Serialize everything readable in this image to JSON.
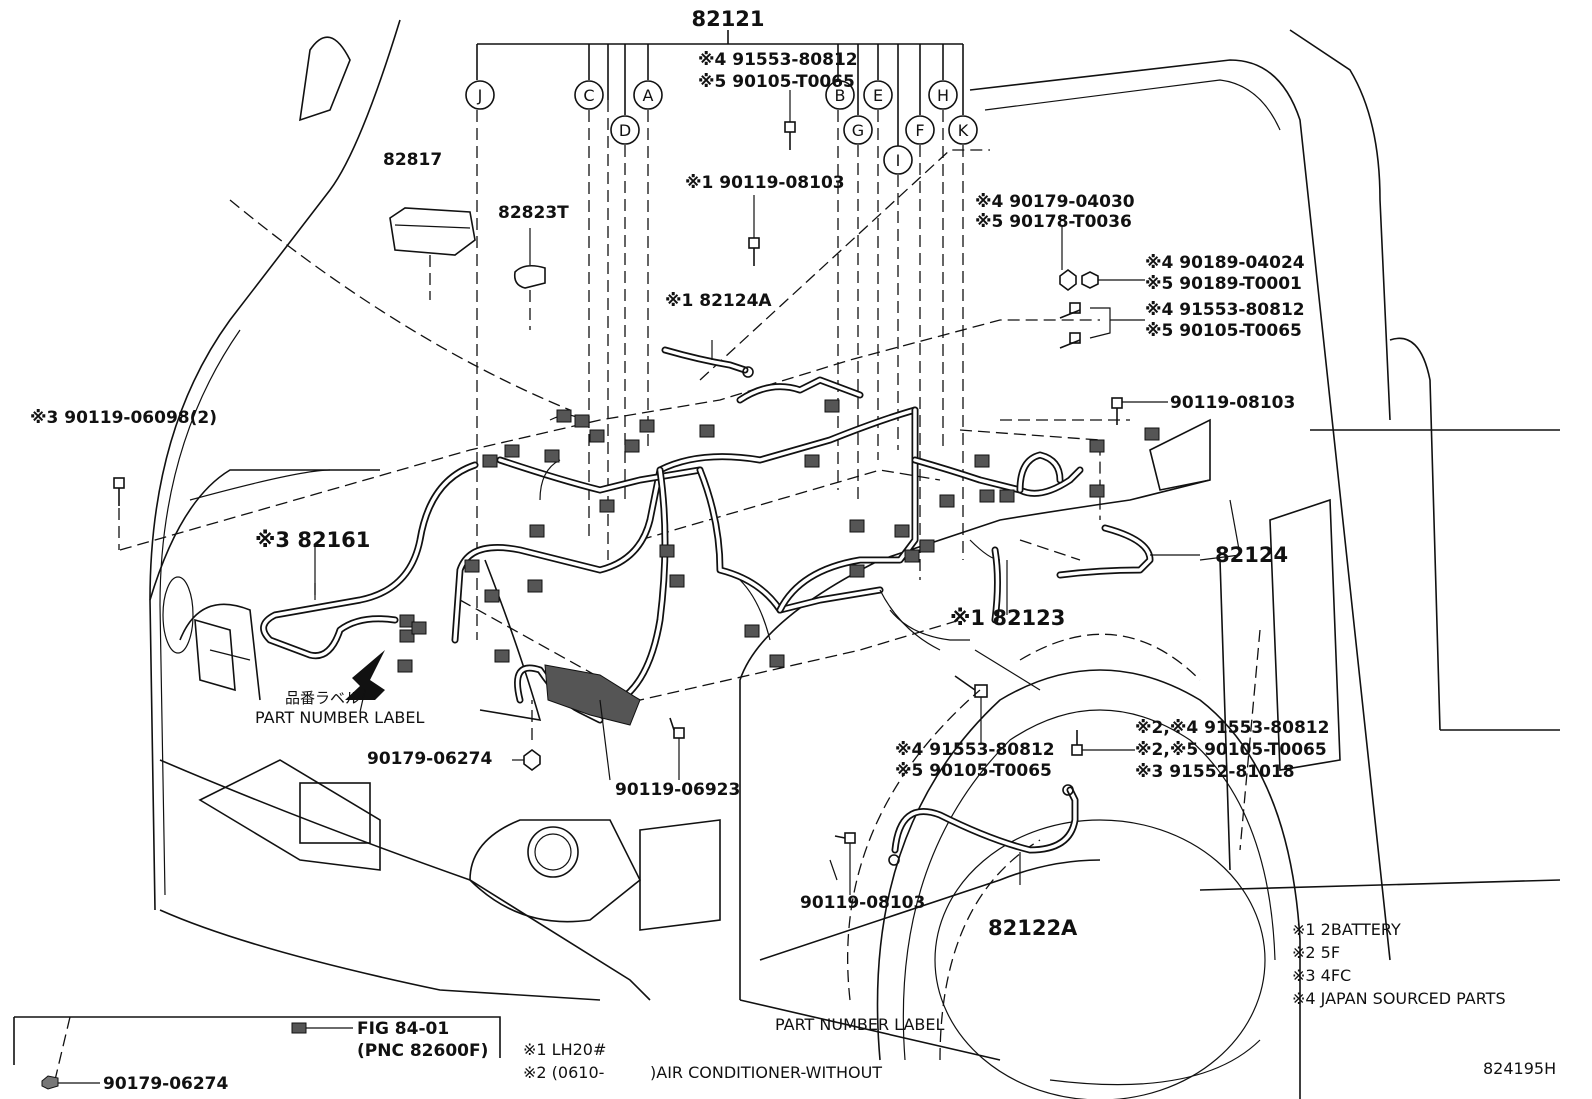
{
  "figure_id": "824195H",
  "top_label": "82121",
  "harness_letters": [
    "J",
    "C",
    "D",
    "A",
    "B",
    "E",
    "G",
    "I",
    "F",
    "H",
    "K"
  ],
  "labels": {
    "p82817": "82817",
    "p82823T": "82823T",
    "top_bolt_4": "※4 91553-80812",
    "top_bolt_5": "※5 90105-T0065",
    "bolt_90119_08103_top": "※1 90119-08103",
    "p82124A": "※1 82124A",
    "nut_4": "※4 90179-04030",
    "nut_5": "※5 90178-T0036",
    "clip_4": "※4 90189-04024",
    "clip_5": "※5 90189-T0001",
    "bolt_r_4": "※4 91553-80812",
    "bolt_r_5": "※5 90105-T0065",
    "bolt_90119_08103_r": "90119-08103",
    "bolt_left": "※3 90119-06098(2)",
    "p82161": "※3 82161",
    "p82124": "82124",
    "p82123": "※1 82123",
    "bolt_mid_4": "※4 91553-80812",
    "bolt_mid_5": "※5 90105-T0065",
    "bolt_gnd_24": "※2,※4 91553-80812",
    "bolt_gnd_25": "※2,※5 90105-T0065",
    "bolt_gnd_3": "※3 91552-81018",
    "nut_90179_06274": "90179-06274",
    "bolt_90119_06923": "90119-06923",
    "bolt_90119_08103_b": "90119-08103",
    "p82122A": "82122A",
    "part_label_jp": "品番ラベル",
    "part_label_en": "PART NUMBER LABEL",
    "part_label_bottom": "PART NUMBER LABEL",
    "fig_ref": "FIG 84-01",
    "fig_pnc": "(PNC 82600F)",
    "inset_nut": "90179-06274"
  },
  "footnotes_bottom": {
    "n1": "※1 LH20#",
    "n2": "※2 (0610-",
    "n2b": ")AIR CONDITIONER-WITHOUT"
  },
  "legend": [
    "※1 2BATTERY",
    "※2 5F",
    "※3 4FC",
    "※4 JAPAN SOURCED PARTS"
  ],
  "icons": [
    "bolt-icon",
    "nut-icon",
    "clip-icon",
    "arrow-icon",
    "connector-icon"
  ]
}
